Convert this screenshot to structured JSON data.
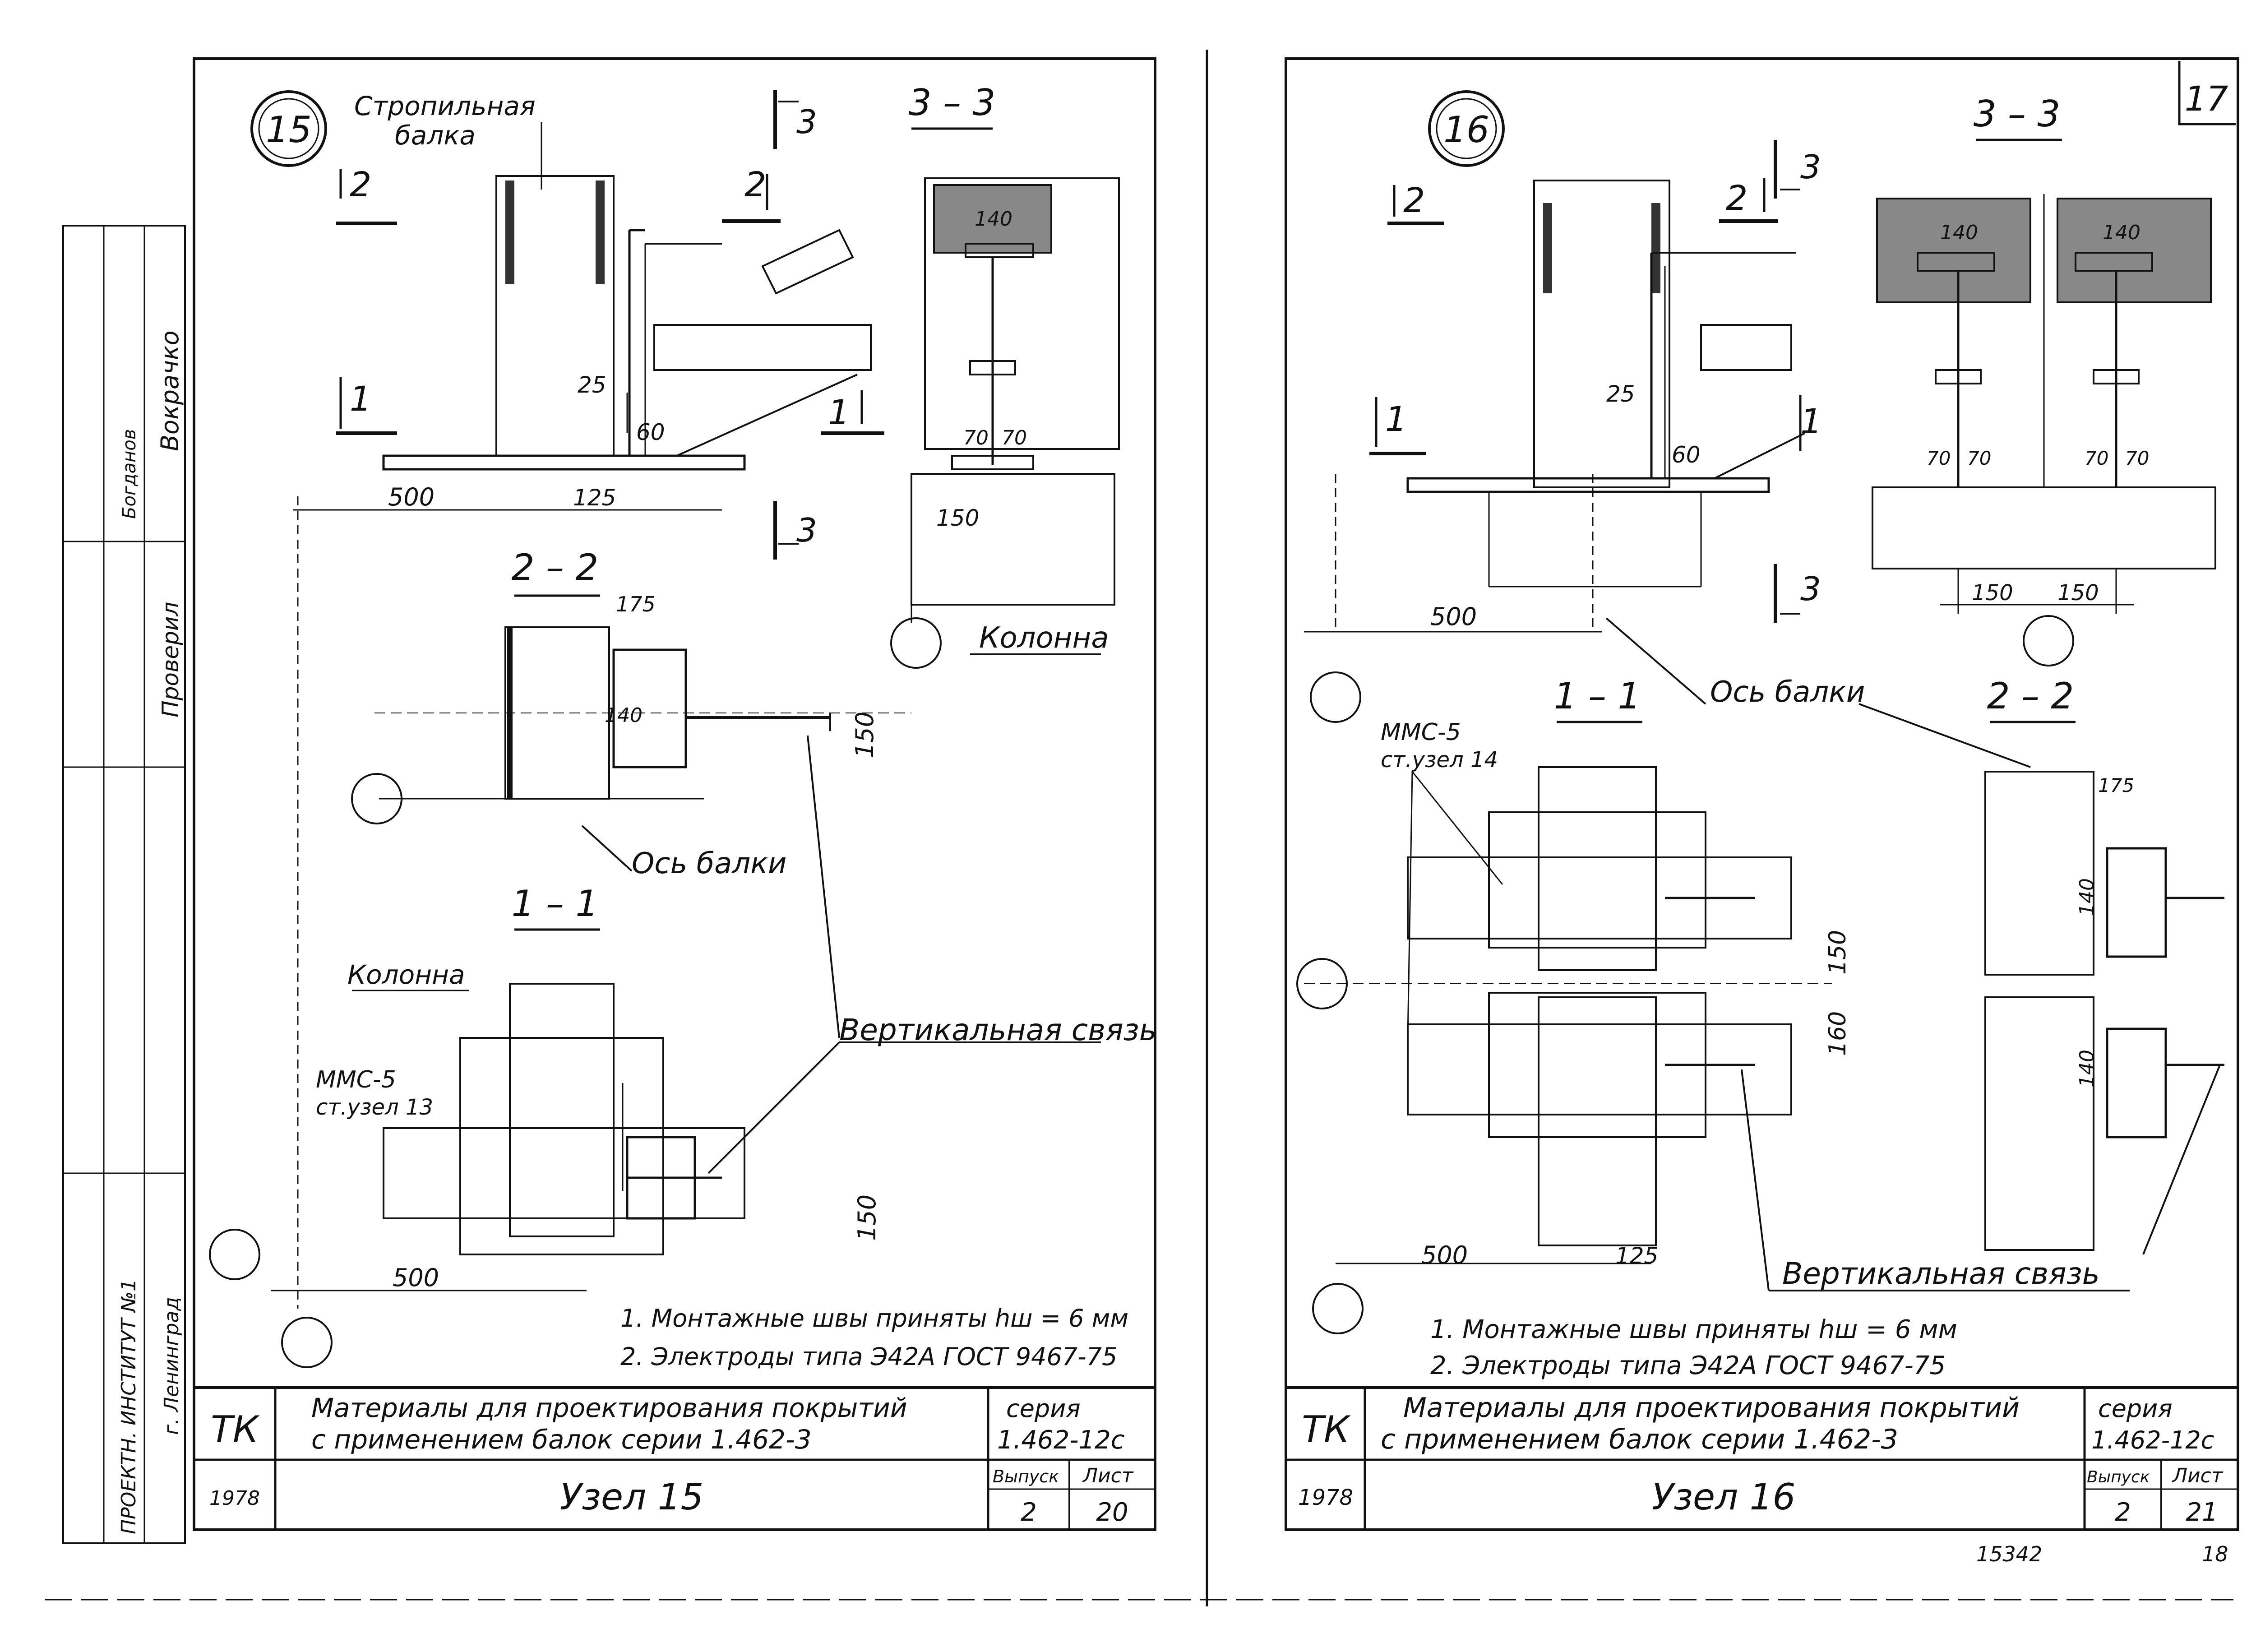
{
  "sheets": [
    {
      "node_mark": "15",
      "labels": {
        "rafter_beam": [
          "Стропильная",
          "балка"
        ],
        "column_a": "Колонна",
        "column_b": "Колонна",
        "beam_axis": "Ось балки",
        "vertical_bracing": "Вертикальная связь",
        "mms_a": "ММС-5",
        "mms_b": "ст.узел 13"
      },
      "sections": {
        "s33": "3 – 3",
        "s22": "2 – 2",
        "s11": "1 – 1"
      },
      "cut_marks": {
        "c3": "3",
        "c2": "2",
        "c1": "1"
      },
      "dims": {
        "d500a": "500",
        "d125": "125",
        "d25": "25",
        "d60": "60",
        "d140a": "140",
        "d70a": "70",
        "d70b": "70",
        "d150a": "150",
        "d175": "175",
        "d140b": "140",
        "d150b": "150",
        "d150c": "150",
        "d500b": "500"
      },
      "notes": [
        "1. Монтажные швы приняты hш = 6 мм",
        "2. Электроды типа Э42А  ГОСТ 9467-75"
      ],
      "title_block": {
        "tk": "ТК",
        "title_1": "Материалы для проектирования покрытий",
        "title_2": "с применением балок серии 1.462-3",
        "series_label": "серия",
        "series": "1.462-12с",
        "year": "1978",
        "node_name": "Узел 15",
        "issue_label": "Выпуск",
        "issue": "2",
        "sheet_label": "Лист",
        "sheet": "20"
      }
    },
    {
      "node_mark": "16",
      "page_no": "17",
      "labels": {
        "beam_axis": "Ось балки",
        "vertical_bracing": "Вертикальная связь",
        "mms_a": "ММС-5",
        "mms_b": "ст.узел 14"
      },
      "sections": {
        "s33": "3 – 3",
        "s11": "1 – 1",
        "s22": "2 – 2"
      },
      "cut_marks": {
        "c3": "3",
        "c2": "2",
        "c1": "1"
      },
      "dims": {
        "d25": "25",
        "d60": "60",
        "d500a": "500",
        "d140a": "140",
        "d140b": "140",
        "d70a": "70",
        "d70b": "70",
        "d70c": "70",
        "d70d": "70",
        "d150a": "150",
        "d150b": "150",
        "d150c": "150",
        "d160": "160",
        "d175": "175",
        "d140c": "140",
        "d140d": "140",
        "d500b": "500",
        "d125": "125"
      },
      "notes": [
        "1. Монтажные швы приняты hш = 6 мм",
        "2. Электроды типа Э42А  ГОСТ 9467-75"
      ],
      "title_block": {
        "tk": "ТК",
        "title_1": "Материалы для проектирования покрытий",
        "title_2": "с применением балок серии 1.462-3",
        "series_label": "серия",
        "series": "1.462-12с",
        "year": "1978",
        "node_name": "Узел 16",
        "issue_label": "Выпуск",
        "issue": "2",
        "sheet_label": "Лист",
        "sheet": "21"
      }
    }
  ],
  "stamp": {
    "org": "ПРОЕКТН. ИНСТИТУТ №1",
    "city": "г. Ленинград",
    "checked": "Проверил",
    "name_1": "Вокрачко",
    "name_2": "Богданов"
  },
  "footer": {
    "archive": "15342",
    "page": "18"
  }
}
